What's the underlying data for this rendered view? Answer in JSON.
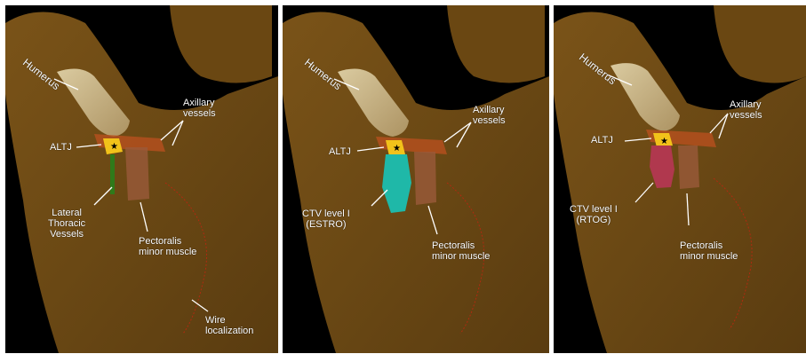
{
  "panels": [
    {
      "humerus": "Humerus",
      "axillary": "Axillary\nvessels",
      "altj": "ALTJ",
      "lateral": "Lateral\nThoracic\nVessels",
      "pectoralis": "Pectoralis\nminor muscle",
      "wire": "Wire\nlocalization"
    },
    {
      "humerus": "Humerus",
      "axillary": "Axillary\nvessels",
      "altj": "ALTJ",
      "ctv": "CTV level I\n(ESTRO)",
      "pectoralis": "Pectoralis\nminor muscle"
    },
    {
      "humerus": "Humerus",
      "axillary": "Axillary\nvessels",
      "altj": "ALTJ",
      "ctv": "CTV level I\n(RTOG)",
      "pectoralis": "Pectoralis\nminor muscle"
    }
  ],
  "colors": {
    "background": "#000000",
    "body": "#6e4c16",
    "humerus": "#d8c89a",
    "altj": "#f2c21a",
    "axillary_vessels": "#b8501e",
    "pectoralis": "#9a5a3a",
    "lateral_vessels": "#2f7a1a",
    "ctv_estro": "#1fb8a8",
    "ctv_rtog": "#b0384e",
    "wire": "#b02a10"
  }
}
